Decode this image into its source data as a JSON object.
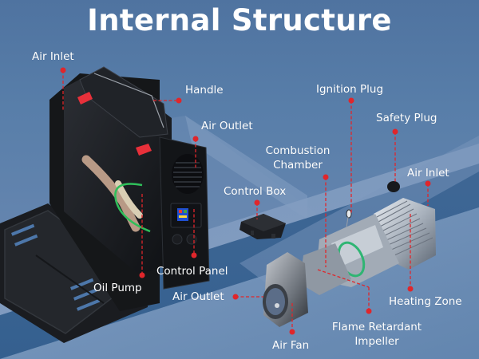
{
  "title": "Internal Structure",
  "colors": {
    "background": "#587ea9",
    "title_text": "#ffffff",
    "callout_dot": "#e0262b",
    "callout_line": "#e0262b",
    "label_text": "#ffffff"
  },
  "labels": {
    "air_inlet_left": "Air Inlet",
    "handle": "Handle",
    "air_outlet_top": "Air Outlet",
    "oil_pump": "Oil Pump",
    "control_panel": "Control Panel",
    "control_box": "Control Box",
    "ignition_plug": "Ignition Plug",
    "safety_plug": "Safety Plug",
    "combustion_chamber_line1": "Combustion",
    "combustion_chamber_line2": "Chamber",
    "air_inlet_right": "Air Inlet",
    "heating_zone": "Heating Zone",
    "air_outlet_bottom": "Air Outlet",
    "air_fan": "Air Fan",
    "flame_retardant_impeller_line1": "Flame Retardant",
    "flame_retardant_impeller_line2": "Impeller"
  }
}
